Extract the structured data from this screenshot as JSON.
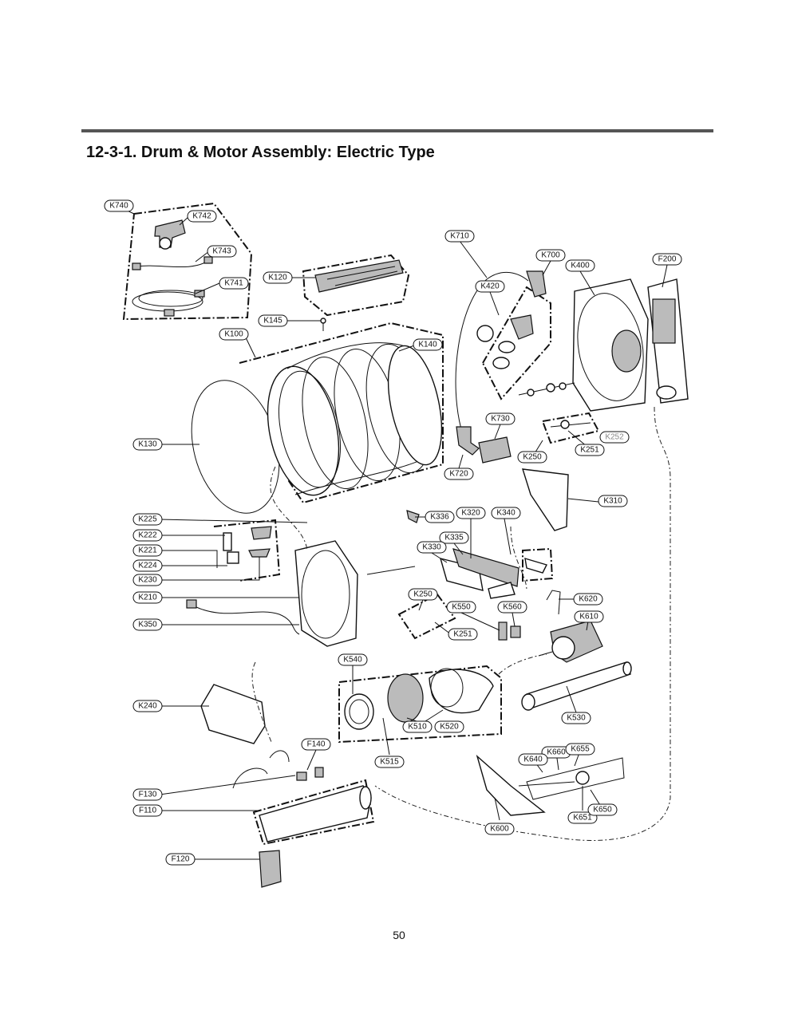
{
  "header": {
    "title": "12-3-1. Drum & Motor Assembly: Electric Type"
  },
  "footer": {
    "page_number": "50"
  },
  "parts": {
    "k740": "K740",
    "k742": "K742",
    "k743": "K743",
    "k741": "K741",
    "k710": "K710",
    "k700": "K700",
    "k400": "K400",
    "f200": "F200",
    "k120": "K120",
    "k420": "K420",
    "k145": "K145",
    "k100": "K100",
    "k140": "K140",
    "k130": "K130",
    "k730": "K730",
    "k252": "K252",
    "k251a": "K251",
    "k250a": "K250",
    "k720": "K720",
    "k310": "K310",
    "k225": "K225",
    "k336": "K336",
    "k320": "K320",
    "k340": "K340",
    "k222": "K222",
    "k335": "K335",
    "k221": "K221",
    "k330": "K330",
    "k224": "K224",
    "k230": "K230",
    "k250b": "K250",
    "k210": "K210",
    "k620": "K620",
    "k550": "K550",
    "k560": "K560",
    "k610": "K610",
    "k350": "K350",
    "k251b": "K251",
    "k540": "K540",
    "k240": "K240",
    "k510": "K510",
    "k520": "K520",
    "k530": "K530",
    "f140": "F140",
    "k660": "K660",
    "k655": "K655",
    "k640": "K640",
    "k515": "K515",
    "f130": "F130",
    "f110": "F110",
    "k651": "K651",
    "k650": "K650",
    "k600": "K600",
    "f120": "F120"
  }
}
